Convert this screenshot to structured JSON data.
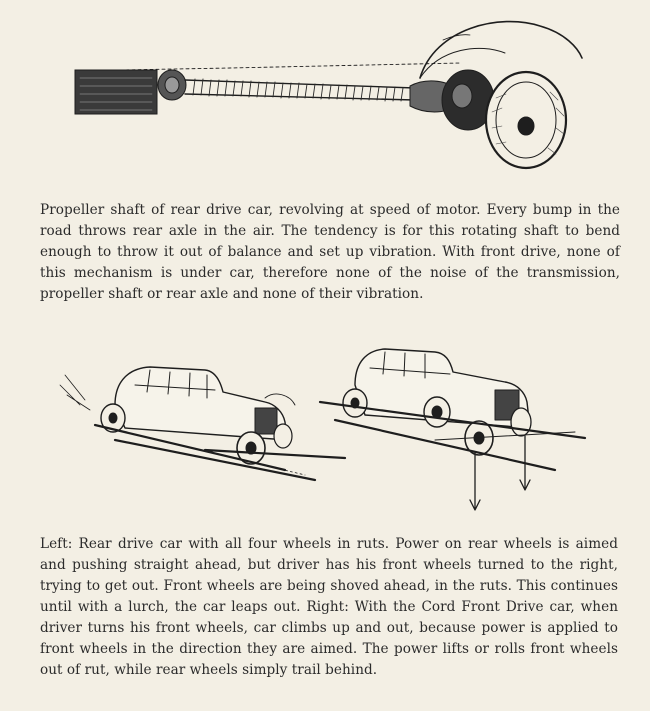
{
  "page": {
    "background": "#f3efe4",
    "ink": "#2b2b2b"
  },
  "illustrations": {
    "propeller_shaft": {
      "icon": "propeller-shaft-illustration"
    },
    "cars_in_ruts": {
      "icon": "cars-in-ruts-illustration"
    }
  },
  "captions": {
    "propeller_shaft": "Propeller shaft of rear drive car, revolving at speed of motor. Every bump in the road throws rear axle in the air. The tendency is for this rotating shaft to bend enough to throw it out of balance and set up vibration. With front drive, none of this mechanism is under car, therefore none of the noise of the transmission, propeller shaft or rear axle and none of their vibration.",
    "cars_in_ruts": "Left: Rear drive car with all four wheels in ruts. Power on rear wheels is aimed and pushing straight ahead, but driver has his front wheels turned to the right, trying to get out. Front wheels are being shoved ahead, in the ruts. This continues until with a lurch, the car leaps out. Right: With the Cord Front Drive car, when driver turns his front wheels, car climbs up and out, because power is applied to front wheels in the direction they are aimed. The power lifts or rolls front wheels out of rut, while rear wheels simply trail behind."
  }
}
